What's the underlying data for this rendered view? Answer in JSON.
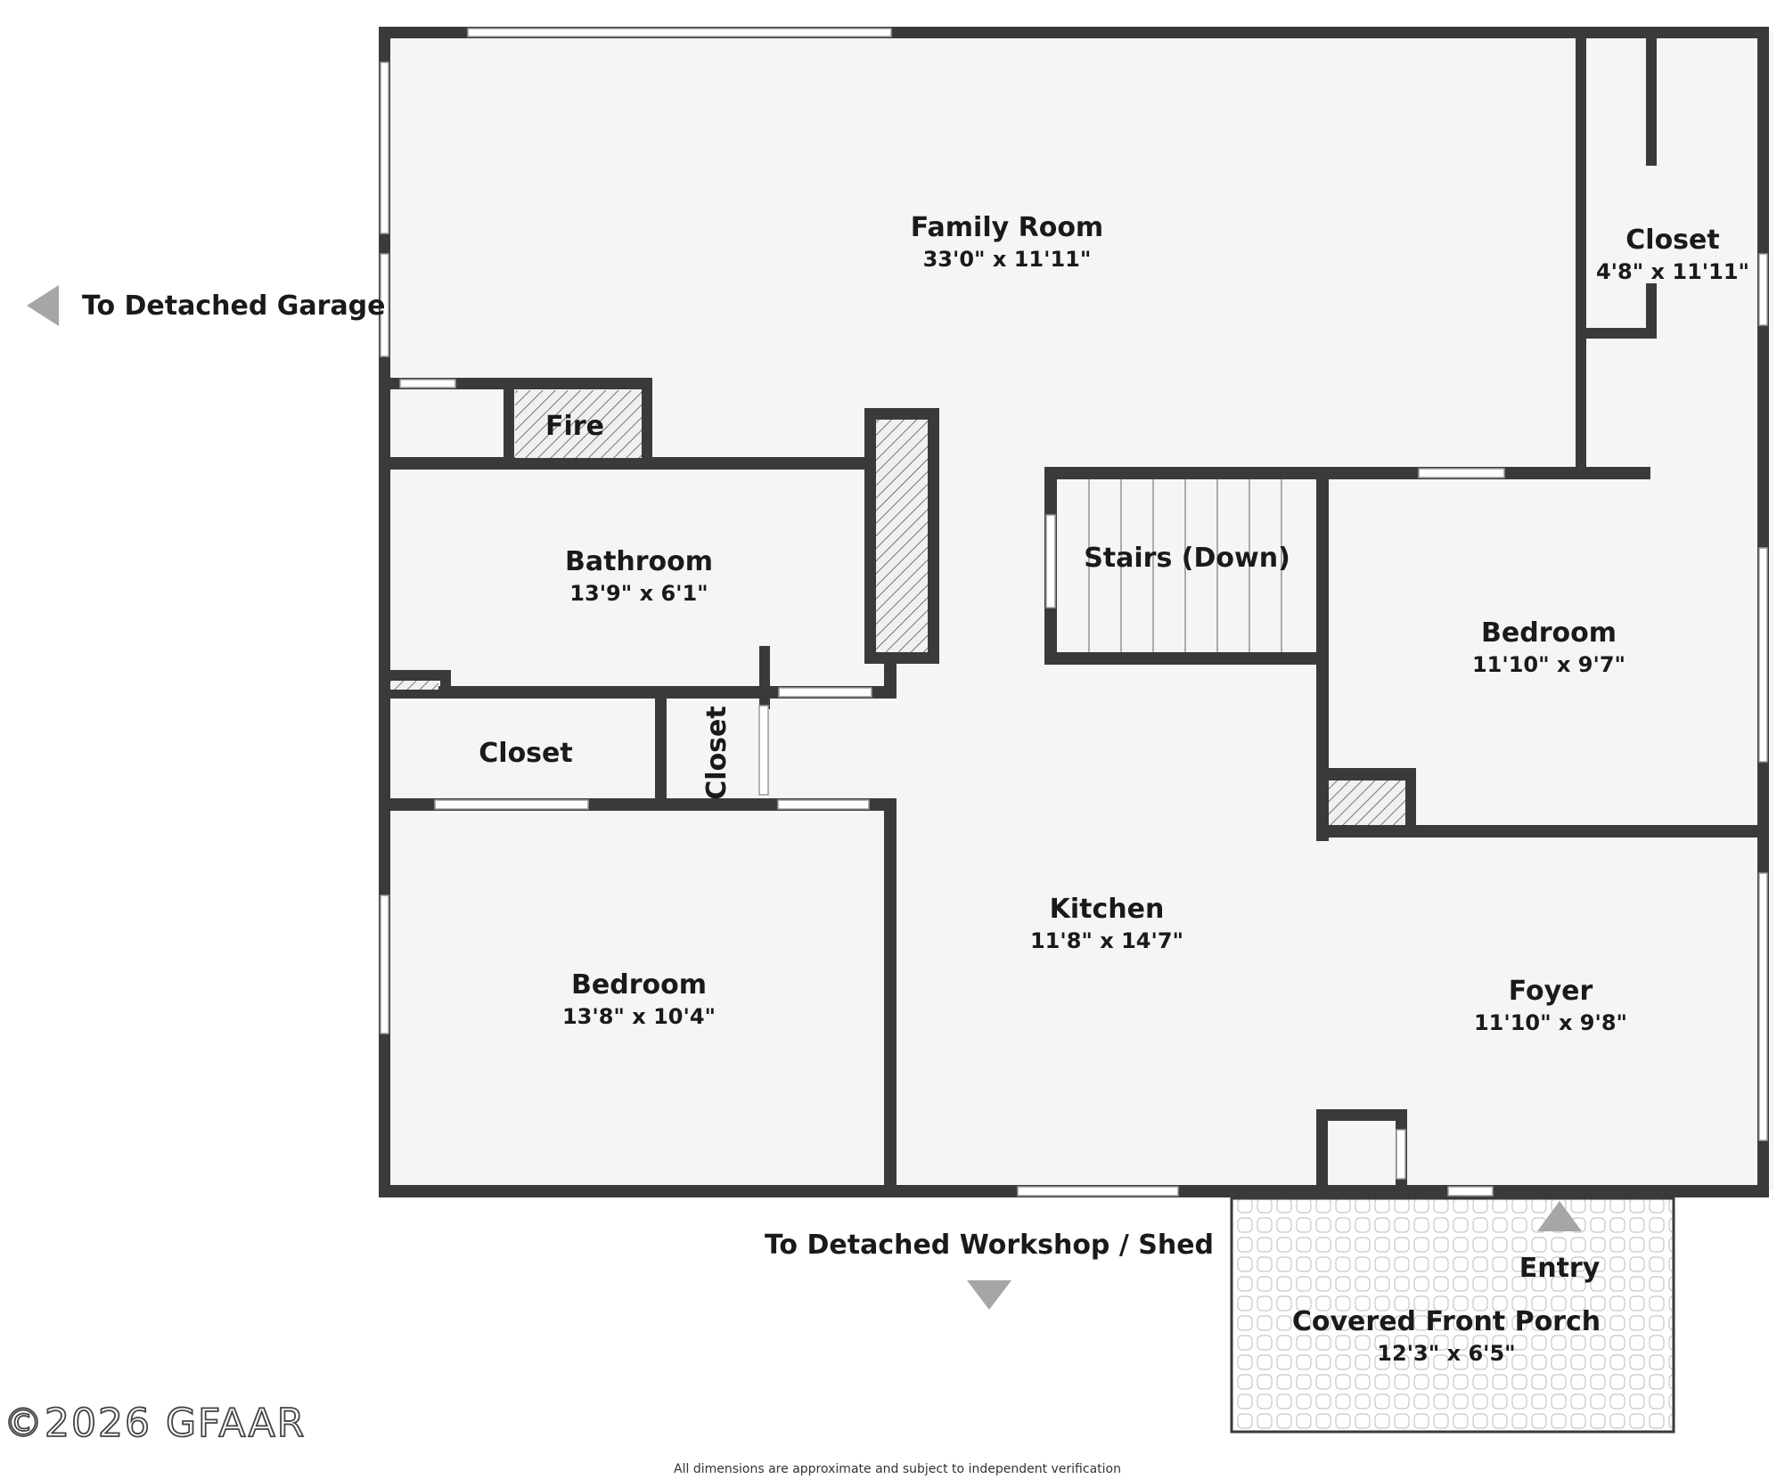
{
  "colors": {
    "wall": "#3a3a3a",
    "floor": "#f5f5f5",
    "text": "#1a1a1a",
    "arrow": "#a6a6a6",
    "hatch": "#555555"
  },
  "rooms": {
    "family_room": {
      "name": "Family Room",
      "dim": "33'0\" x 11'11\""
    },
    "closet_top": {
      "name": "Closet",
      "dim": "4'8\" x 11'11\""
    },
    "fire": {
      "name": "Fire"
    },
    "bathroom": {
      "name": "Bathroom",
      "dim": "13'9\" x 6'1\""
    },
    "stairs": {
      "name": "Stairs (Down)"
    },
    "bedroom_right": {
      "name": "Bedroom",
      "dim": "11'10\" x 9'7\""
    },
    "closet_left": {
      "name": "Closet"
    },
    "closet_small": {
      "name": "Closet"
    },
    "kitchen": {
      "name": "Kitchen",
      "dim": "11'8\" x 14'7\""
    },
    "foyer": {
      "name": "Foyer",
      "dim": "11'10\" x 9'8\""
    },
    "bedroom_left": {
      "name": "Bedroom",
      "dim": "13'8\" x 10'4\""
    },
    "porch": {
      "name": "Covered Front Porch",
      "dim": "12'3\" x 6'5\""
    }
  },
  "navigation": {
    "garage": "To Detached Garage",
    "workshop": "To Detached Workshop / Shed",
    "entry": "Entry"
  },
  "footer": {
    "note": "All dimensions are approximate and subject to independent verification",
    "copyright": "©2026 GFAAR"
  },
  "icons": {
    "garage_arrow": "triangle-left-icon",
    "workshop_arrow": "triangle-down-icon",
    "entry_arrow": "triangle-up-icon"
  }
}
